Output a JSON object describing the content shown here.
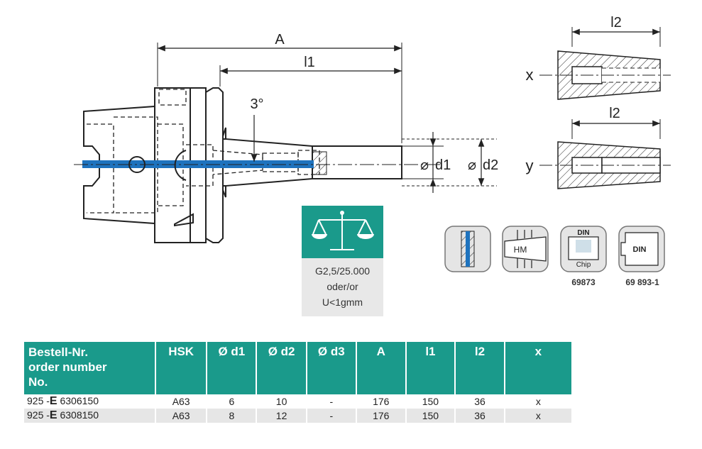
{
  "drawing": {
    "dim_A": "A",
    "dim_l1": "l1",
    "dim_l2_top": "l2",
    "dim_l2_bottom": "l2",
    "angle": "3°",
    "diameter_d1": "d1",
    "diameter_d2": "d2",
    "variant_x": "x",
    "variant_y": "y"
  },
  "balance": {
    "line1": "G2,5/25.000",
    "line2": "oder/or",
    "line3": "U<1gmm"
  },
  "features": {
    "hm_label": "HM",
    "din_chip_top": "DIN",
    "din_chip_bottom": "Chip",
    "din_chip_number": "69873",
    "din_label": "DIN",
    "din_number": "69 893-1"
  },
  "table": {
    "headers": {
      "order_line1": "Bestell-Nr.",
      "order_line2": "order number",
      "order_line3": "No.",
      "hsk": "HSK",
      "d1": "Ø d1",
      "d2": "Ø d2",
      "d3": "Ø d3",
      "A": "A",
      "l1": "l1",
      "l2": "l2",
      "x": "x"
    },
    "rows": [
      {
        "prefix": "925 -",
        "mark": "E",
        "num": "6306150",
        "hsk": "A63",
        "d1": "6",
        "d2": "10",
        "d3": "-",
        "A": "176",
        "l1": "150",
        "l2": "36",
        "x": "x"
      },
      {
        "prefix": "925 -",
        "mark": "E",
        "num": "6308150",
        "hsk": "A63",
        "d1": "8",
        "d2": "12",
        "d3": "-",
        "A": "176",
        "l1": "150",
        "l2": "36",
        "x": "x"
      }
    ]
  },
  "colors": {
    "accent": "#1a9a8b",
    "coolant": "#1e73be",
    "row_alt": "#e6e6e6"
  }
}
